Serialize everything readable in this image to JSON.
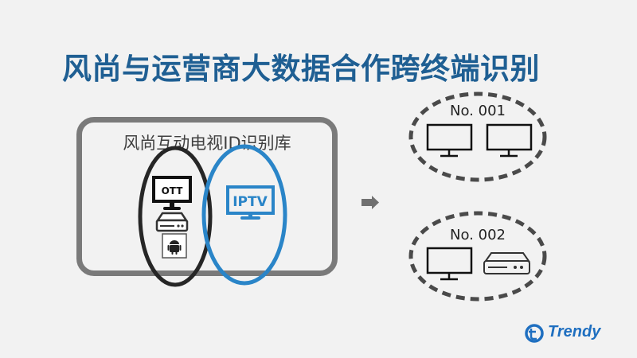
{
  "slide": {
    "title": "风尚与运营商大数据合作跨终端识别",
    "database": {
      "label": "风尚互动电视ID识别库",
      "sets": [
        {
          "name": "OTT",
          "screen_label": "OTT",
          "color": "#262626"
        },
        {
          "name": "IPTV",
          "screen_label": "IPTV",
          "color": "#2a85c8"
        }
      ]
    },
    "arrow_icon": "right-arrow-icon",
    "groups": [
      {
        "label": "No. 001",
        "devices": [
          "monitor-icon",
          "monitor-icon"
        ]
      },
      {
        "label": "No. 002",
        "devices": [
          "monitor-icon",
          "set-top-box-icon"
        ]
      }
    ],
    "logo": {
      "text": "Trendy",
      "color": "#1f6fc0"
    },
    "colors": {
      "title": "#1f5f93",
      "accent_blue": "#2a85c8",
      "box_border": "#7a7a7a",
      "background": "#f2f2f2"
    }
  }
}
